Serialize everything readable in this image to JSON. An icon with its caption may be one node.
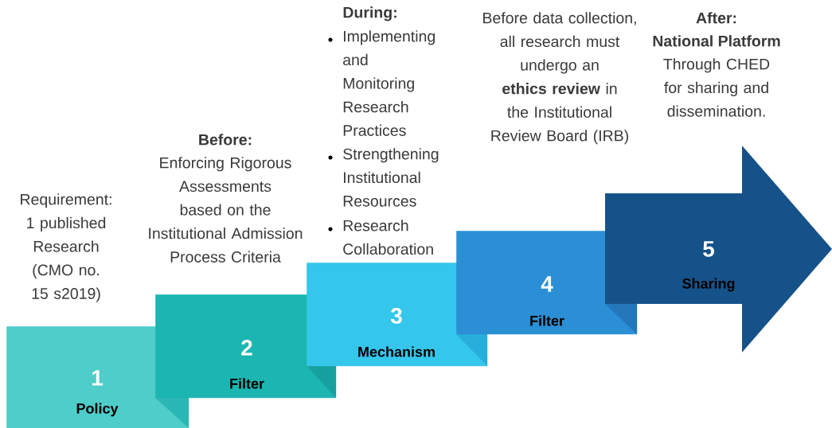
{
  "diagram": {
    "nodes": [
      {
        "text": [
          "1",
          "Policy"
        ],
        "beside": [
          "Requirement: 1 published Research (CMO no. 15 s2019)"
        ]
      },
      {
        "text": [
          "2",
          "Filter"
        ],
        "beside": [
          "Before:",
          "Enforcing Rigorous Assessments based on the Institutional Admission Process Criteria"
        ]
      },
      {
        "text": [
          "3",
          "Mechanism"
        ],
        "beside": [
          "During:",
          "Implementing and Monitoring Research Practices",
          "Strengthening Institutional Resources",
          "Research Collaboration"
        ]
      },
      {
        "text": [
          "4",
          "Filter"
        ]
      },
      {
        "text": [
          "5",
          "Sharing"
        ],
        "beside": [
          "After:",
          "National Platform",
          "Through CHED for sharing and dissemination."
        ]
      }
    ],
    "labels": [
      "Before data collection, all research must undergo an **ethics review** in the Institutional Review Board (IRB)"
    ]
  }
}
